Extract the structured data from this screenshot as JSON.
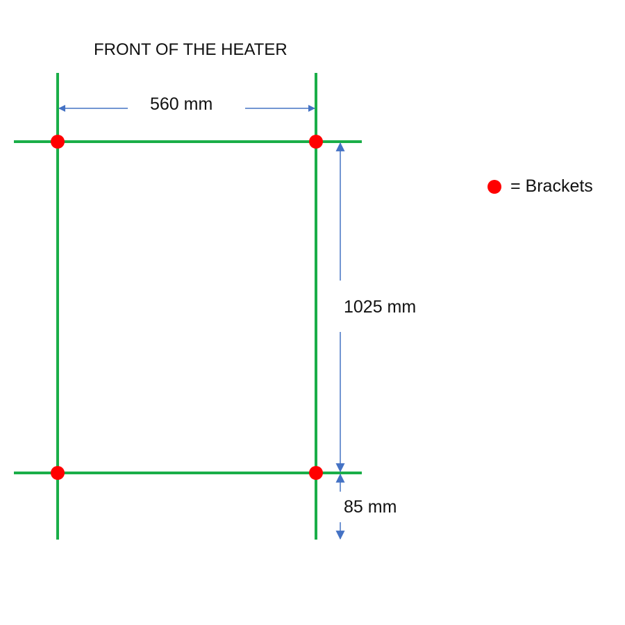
{
  "diagram": {
    "title": "FRONT OF THE HEATER",
    "dimensions": {
      "width": "560 mm",
      "height": "1025 mm",
      "bottom_offset": "85 mm"
    },
    "legend": {
      "label": "= Brackets",
      "symbol": "red-dot"
    },
    "colors": {
      "frame_line": "#1aae48",
      "bracket": "#ff0000",
      "dimension_arrow": "#4472c4",
      "text": "#111111"
    },
    "brackets": [
      {
        "position": "top-left"
      },
      {
        "position": "top-right"
      },
      {
        "position": "bottom-left"
      },
      {
        "position": "bottom-right"
      }
    ]
  }
}
